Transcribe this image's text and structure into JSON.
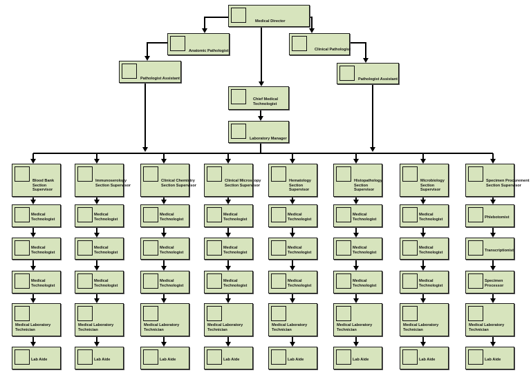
{
  "chart": {
    "top": {
      "medical_director": "Medical Director",
      "anatomic_pathologist": "Anatomic Pathologist",
      "clinical_pathologist": "Clinical Pathologist",
      "pathologist_assistant_left": "Pathologist Assistant",
      "pathologist_assistant_right": "Pathologist Assistant",
      "chief_medical_technologist": "Chief Medical\nTechnologist",
      "laboratory_manager": "Laboratory Manager"
    },
    "sections": [
      {
        "supervisor": "Blood Bank\nSection\nSupervisor",
        "staff": [
          "Medical\nTechnologist",
          "Medical\nTechnologist",
          "Medical\nTechnologist",
          "Medical Laboratory\nTechnician",
          "Lab Aide"
        ]
      },
      {
        "supervisor": "Immunoserology\nSection Supervisor",
        "staff": [
          "Medical\nTechnologist",
          "Medical\nTechnologist",
          "Medical\nTechnologist",
          "Medical Laboratory\nTechnician",
          "Lab Aide"
        ]
      },
      {
        "supervisor": "Clinical Chemistry\nSection Supervisor",
        "staff": [
          "Medical\nTechnologist",
          "Medical\nTechnologist",
          "Medical\nTechnologist",
          "Medical Laboratory\nTechnician",
          "Lab Aide"
        ]
      },
      {
        "supervisor": "Clinical Microscopy\nSection Supervisor",
        "staff": [
          "Medical\nTechnologist",
          "Medical\nTechnologist",
          "Medical\nTechnologist",
          "Medical Laboratory\nTechnician",
          "Lab Aide"
        ]
      },
      {
        "supervisor": "Hematology\nSection\nSupervisor",
        "staff": [
          "Medical\nTechnologist",
          "Medical\nTechnologist",
          "Medical\nTechnologist",
          "Medical Laboratory\nTechnician",
          "Lab Aide"
        ]
      },
      {
        "supervisor": "Histopathology\nSection\nSupervisor",
        "staff": [
          "Medical\nTechnologist",
          "Medical\nTechnologist",
          "Medical\nTechnologist",
          "Medical Laboratory\nTechnician",
          "Lab Aide"
        ]
      },
      {
        "supervisor": "Microbiology\nSection\nSupervisor",
        "staff": [
          "Medical\nTechnologist",
          "Medical\nTechnologist",
          "Medical\nTechnologist",
          "Medical Laboratory\nTechnician",
          "Lab Aide"
        ]
      },
      {
        "supervisor": "Specimen Procurement\nSection Supervisor",
        "staff": [
          "Phlebotomist",
          "Transcriptionist",
          "Specimen\nProcessor",
          "Medical Laboratory\nTechnician",
          "Lab Aide"
        ]
      }
    ],
    "colors": {
      "box_fill": "#d7e4bd",
      "border": "#1a1a1a",
      "connector": "#000000"
    }
  }
}
